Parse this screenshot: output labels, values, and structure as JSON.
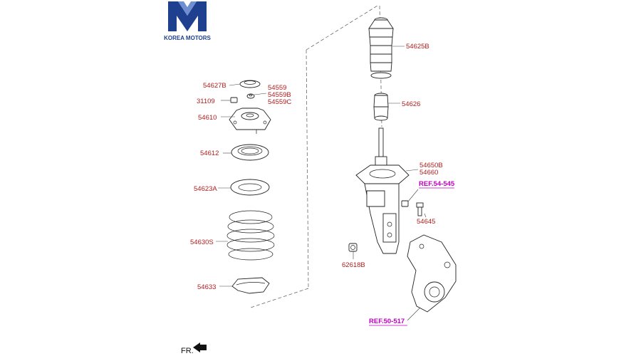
{
  "logo": {
    "text": "KOREA MOTORS",
    "primary_color": "#1f3f8f",
    "accent_color": "#6f8fd0"
  },
  "labels": {
    "p54625B": "54625B",
    "p54627B": "54627B",
    "p54559": "54559",
    "p54559B": "54559B",
    "p54559C": "54559C",
    "p31109": "31109",
    "p54610": "54610",
    "p54626": "54626",
    "p54612": "54612",
    "p54650B": "54650B",
    "p54660": "54660",
    "p54623A": "54623A",
    "p54645": "54645",
    "p54630S": "54630S",
    "p62618B": "62618B",
    "p54633": "54633"
  },
  "refs": {
    "ref1": "REF.54-545",
    "ref2": "REF.50-517"
  },
  "direction": {
    "text": "FR."
  },
  "colors": {
    "part_number": "#b01e1e",
    "reference": "#c000c0",
    "line": "#222222"
  }
}
